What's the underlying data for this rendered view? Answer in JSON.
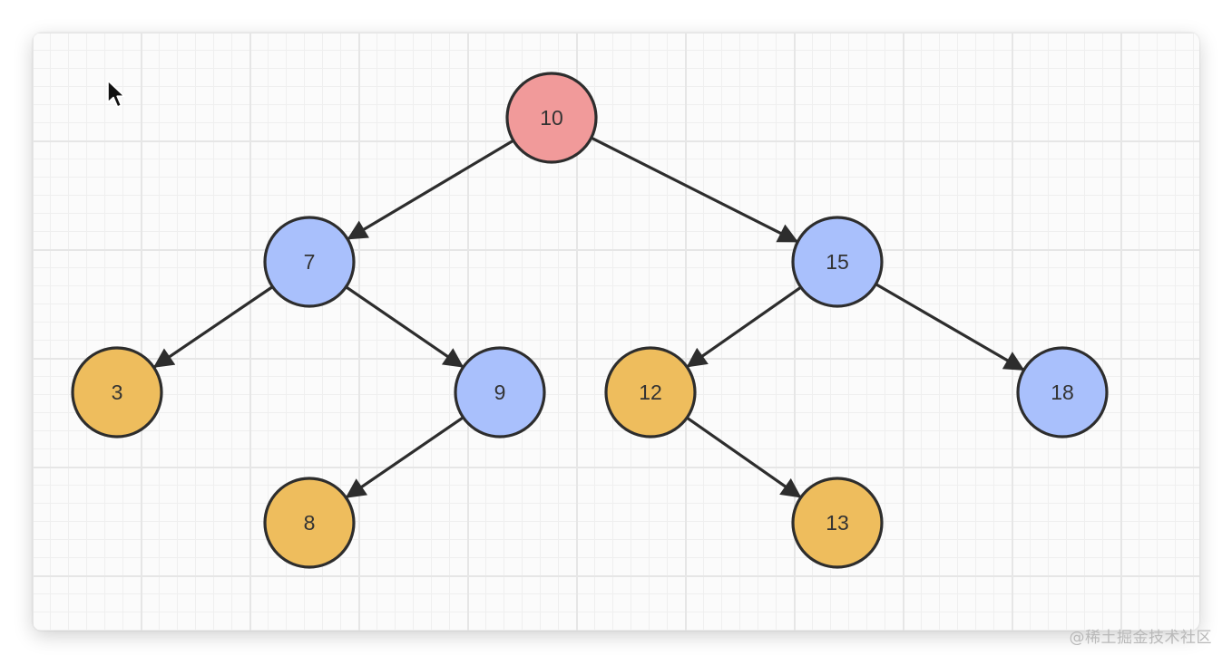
{
  "diagram": {
    "nodes": [
      {
        "id": "n10",
        "label": "10",
        "kind": "root"
      },
      {
        "id": "n7",
        "label": "7",
        "kind": "inner"
      },
      {
        "id": "n15",
        "label": "15",
        "kind": "inner"
      },
      {
        "id": "n3",
        "label": "3",
        "kind": "leaf"
      },
      {
        "id": "n9",
        "label": "9",
        "kind": "inner"
      },
      {
        "id": "n12",
        "label": "12",
        "kind": "leaf"
      },
      {
        "id": "n18",
        "label": "18",
        "kind": "inner"
      },
      {
        "id": "n8",
        "label": "8",
        "kind": "leaf"
      },
      {
        "id": "n13",
        "label": "13",
        "kind": "leaf"
      }
    ],
    "edges": [
      {
        "from": "n10",
        "to": "n7"
      },
      {
        "from": "n10",
        "to": "n15"
      },
      {
        "from": "n7",
        "to": "n3"
      },
      {
        "from": "n7",
        "to": "n9"
      },
      {
        "from": "n15",
        "to": "n12"
      },
      {
        "from": "n15",
        "to": "n18"
      },
      {
        "from": "n9",
        "to": "n8"
      },
      {
        "from": "n12",
        "to": "n13"
      }
    ],
    "colors": {
      "root": "#f19a9a",
      "inner": "#a9c0fc",
      "leaf": "#eebd5d",
      "stroke": "#2d2d2d"
    }
  },
  "watermark": "@稀土掘金技术社区",
  "cursor_icon": "mouse-pointer-icon"
}
